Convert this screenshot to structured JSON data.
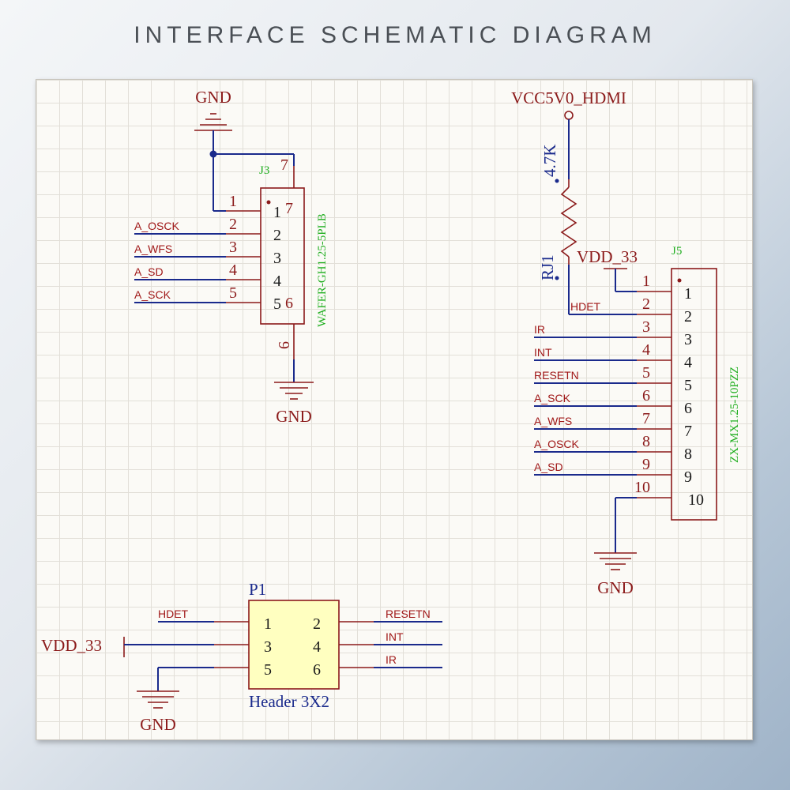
{
  "title": "INTERFACE SCHEMATIC DIAGRAM",
  "colors": {
    "wire": "#1a2a8c",
    "component": "#8b1a1a",
    "net_label": "#a01818",
    "designator": "#1fae1f",
    "header_fill": "#ffffc0"
  },
  "j3": {
    "designator": "J3",
    "part": "WAFER-GH1.25-5PLB",
    "gnd_top": "GND",
    "gnd_bottom": "GND",
    "pins": [
      {
        "outer": "1",
        "inner": "1",
        "net": ""
      },
      {
        "outer": "2",
        "inner": "2",
        "net": "A_OSCK"
      },
      {
        "outer": "3",
        "inner": "3",
        "net": "A_WFS"
      },
      {
        "outer": "4",
        "inner": "4",
        "net": "A_SD"
      },
      {
        "outer": "5",
        "inner": "5",
        "net": "A_SCK"
      }
    ],
    "pin6_outer": "6",
    "pin6_inner": "6",
    "pin7_outer": "7",
    "pin7_inner": "7"
  },
  "rj1": {
    "designator": "RJ1",
    "value": "4.7K",
    "supply": "VCC5V0_HDMI"
  },
  "j5": {
    "designator": "J5",
    "part": "ZX-MX1.25-10PZZ",
    "supply": "VDD_33",
    "gnd": "GND",
    "pins": [
      {
        "outer": "1",
        "inner": "1",
        "net": ""
      },
      {
        "outer": "2",
        "inner": "2",
        "net": "HDET"
      },
      {
        "outer": "3",
        "inner": "3",
        "net": "IR"
      },
      {
        "outer": "4",
        "inner": "4",
        "net": "INT"
      },
      {
        "outer": "5",
        "inner": "5",
        "net": "RESETN"
      },
      {
        "outer": "6",
        "inner": "6",
        "net": "A_SCK"
      },
      {
        "outer": "7",
        "inner": "7",
        "net": "A_WFS"
      },
      {
        "outer": "8",
        "inner": "8",
        "net": "A_OSCK"
      },
      {
        "outer": "9",
        "inner": "9",
        "net": "A_SD"
      },
      {
        "outer": "10",
        "inner": "10",
        "net": ""
      }
    ]
  },
  "p1": {
    "designator": "P1",
    "part": "Header 3X2",
    "supply": "VDD_33",
    "gnd": "GND",
    "left_nets": [
      "HDET"
    ],
    "right_nets": [
      "RESETN",
      "INT",
      "IR"
    ],
    "pins": [
      "1",
      "2",
      "3",
      "4",
      "5",
      "6"
    ]
  }
}
